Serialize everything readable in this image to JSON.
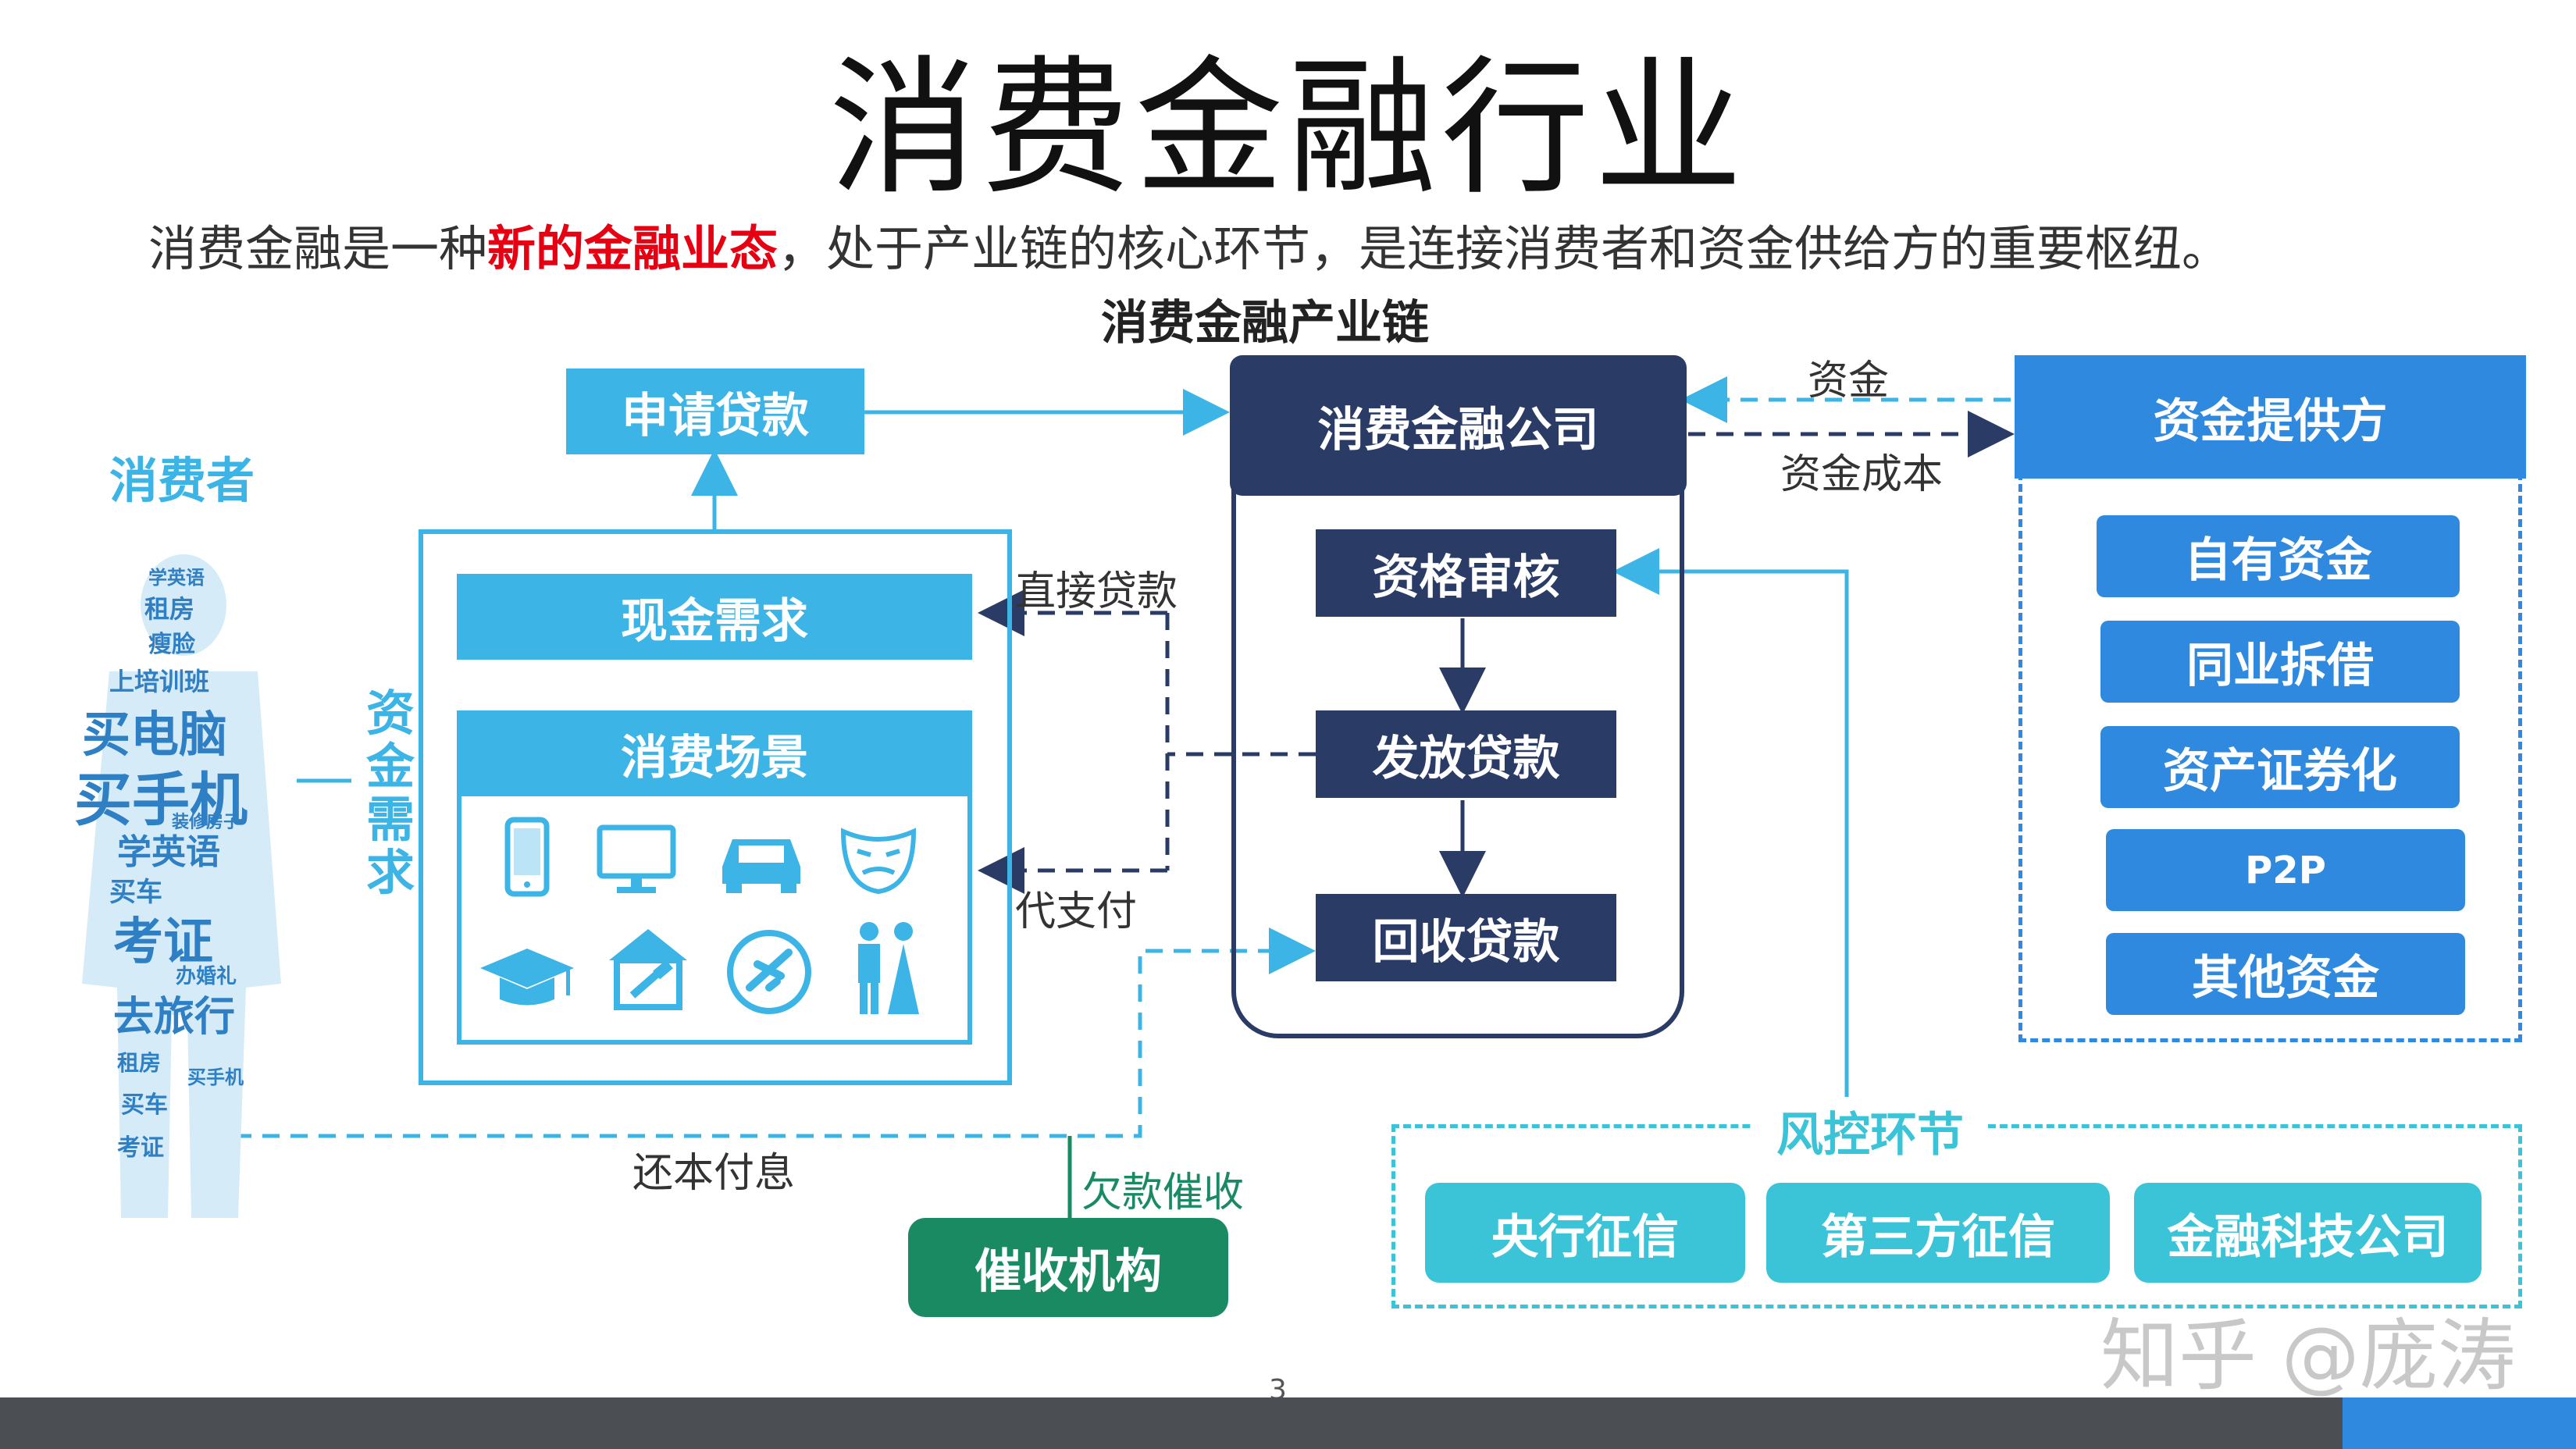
{
  "title": "消费金融行业",
  "subtitle": {
    "prefix": "消费金融是一种",
    "highlight": "新的金融业态",
    "suffix": "，处于产业链的核心环节，是连接消费者和资金供给方的重要枢纽。"
  },
  "chain_title": "消费金融产业链",
  "consumer": {
    "label": "消费者",
    "words": [
      "学英语",
      "租房",
      "瘦脸",
      "上培训班",
      "买电脑",
      "买手机",
      "学英语",
      "装修房子",
      "买车",
      "考证",
      "办婚礼",
      "去旅行",
      "租房",
      "买车",
      "考证",
      "买手机"
    ]
  },
  "capital_demand": "资金需求",
  "apply_loan": "申请贷款",
  "cash_demand": "现金需求",
  "consumption_scene": "消费场景",
  "scene_icons": [
    "phone-icon",
    "monitor-icon",
    "car-icon",
    "mask-icon",
    "graduation-cap-icon",
    "house-icon",
    "airplane-icon",
    "wedding-couple-icon"
  ],
  "company": {
    "title": "消费金融公司",
    "steps": [
      "资格审核",
      "发放贷款",
      "回收贷款"
    ]
  },
  "flows": {
    "direct_loan": "直接贷款",
    "pay_on_behalf": "代支付",
    "repay": "还本付息",
    "overdue_collection": "欠款催收",
    "fund": "资金",
    "fund_cost": "资金成本"
  },
  "provider": {
    "title": "资金提供方",
    "items": [
      "自有资金",
      "同业拆借",
      "资产证券化",
      "P2P",
      "其他资金"
    ]
  },
  "risk": {
    "title": "风控环节",
    "items": [
      "央行征信",
      "第三方征信",
      "金融科技公司"
    ]
  },
  "collection_agency": "催收机构",
  "watermark": "知乎 @庞涛",
  "page_number": "3",
  "colors": {
    "cyan": "#3cb4e6",
    "navy": "#2a3b66",
    "blue": "#2f89de",
    "teal": "#3bc4d8",
    "green": "#1a8a62",
    "highlight_red": "#e60012"
  }
}
